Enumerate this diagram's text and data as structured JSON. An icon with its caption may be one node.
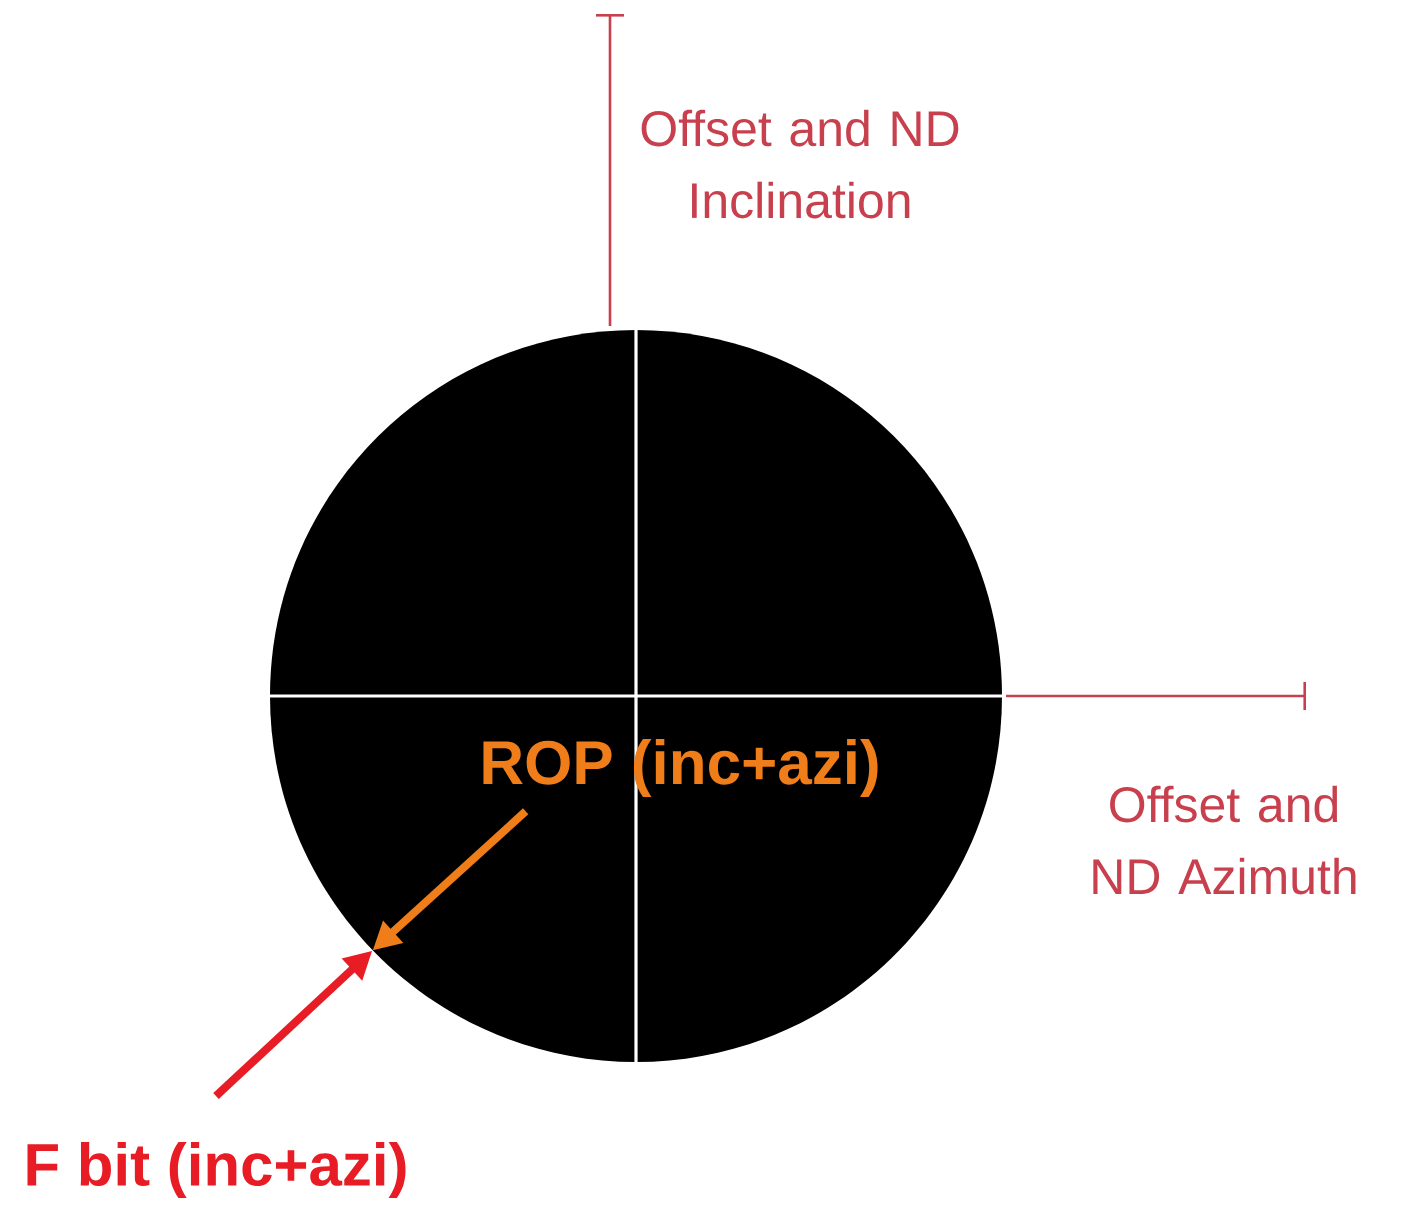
{
  "diagram": {
    "nodes": [
      {
        "text": [],
        "shape": "circle"
      },
      {
        "text": [
          "ROP (inc+azi)"
        ],
        "in": 0
      },
      {
        "text": [
          "F bit (inc+azi)"
        ]
      }
    ],
    "edges": [
      {
        "from": 1,
        "to": 0,
        "arrow": "to",
        "color": "#ef7d1a"
      },
      {
        "from": 2,
        "to": 0,
        "arrow": "to",
        "color": "#e81c24"
      }
    ],
    "labels": [
      "Offset and ND Inclination",
      "Offset and ND Azimuth"
    ]
  }
}
